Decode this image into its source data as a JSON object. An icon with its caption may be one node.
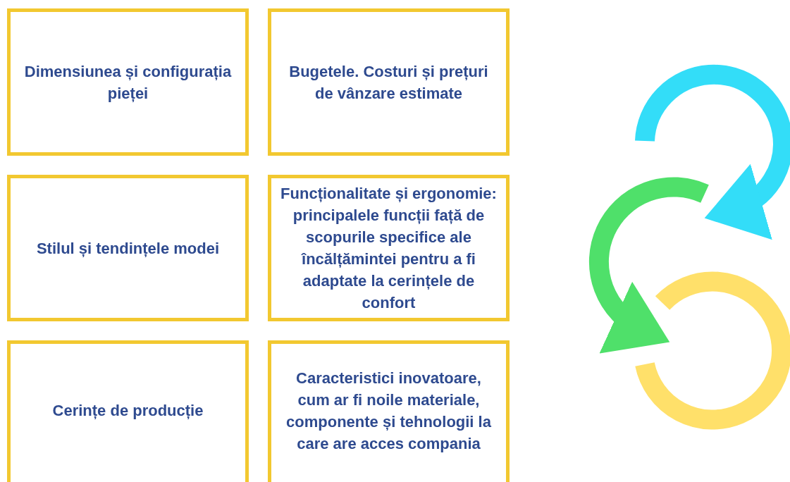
{
  "diagram": {
    "nodes": [
      {
        "text": [
          "Dimensiunea și configurația pieței"
        ]
      },
      {
        "text": [
          "Bugetele. Costuri și prețuri de vânzare estimate"
        ]
      },
      {
        "text": [
          "Stilul și tendințele modei"
        ]
      },
      {
        "text": [
          "Funcționalitate și ergonomie: principalele funcții față de scopurile specifice ale încălțămintei pentru a fi adaptate la cerințele de confort"
        ]
      },
      {
        "text": [
          "Cerințe de producție"
        ]
      },
      {
        "text": [
          "Caracteristici inovatoare, cum ar fi noile materiale, componente și tehnologii la care are acces compania"
        ]
      }
    ]
  }
}
